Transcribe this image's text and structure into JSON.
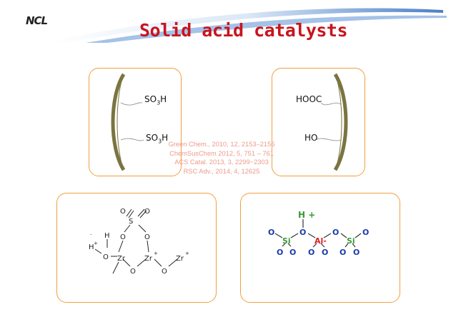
{
  "header": {
    "logo_text": "NCL",
    "title": "Solid acid catalysts"
  },
  "panel1": {
    "label_top": "SO3H",
    "label_bottom": "SO3H"
  },
  "panel2": {
    "label_top": "HOOC",
    "label_bottom": "HO"
  },
  "references": [
    "Green Chem., 2010, 12, 2153–2156",
    "ChemSusChem 2012, 5, 751 – 761",
    "ACS Catal. 2013, 3, 2299−2303",
    "RSC Adv., 2014, 4, 12625"
  ],
  "zirconia_structure": {
    "atoms": [
      "S",
      "O",
      "O",
      "O",
      "O",
      "H",
      "H+",
      "O",
      "Zr",
      "Zr+",
      "O",
      "O",
      "Zr+"
    ]
  },
  "silica_alumina_structure": {
    "atoms": [
      "H +",
      "O",
      "Si",
      "O",
      "O",
      "O",
      "Al-",
      "O",
      "O",
      "Si",
      "O",
      "O",
      "O"
    ]
  },
  "colors": {
    "title": "#c8141e",
    "panel_border": "#f0a040",
    "bracket": "#7a7440",
    "silicon": "#3a9a3a",
    "oxygen": "#1a3aa8",
    "aluminum": "#e02020",
    "reference_text": "#ee9a8a"
  }
}
